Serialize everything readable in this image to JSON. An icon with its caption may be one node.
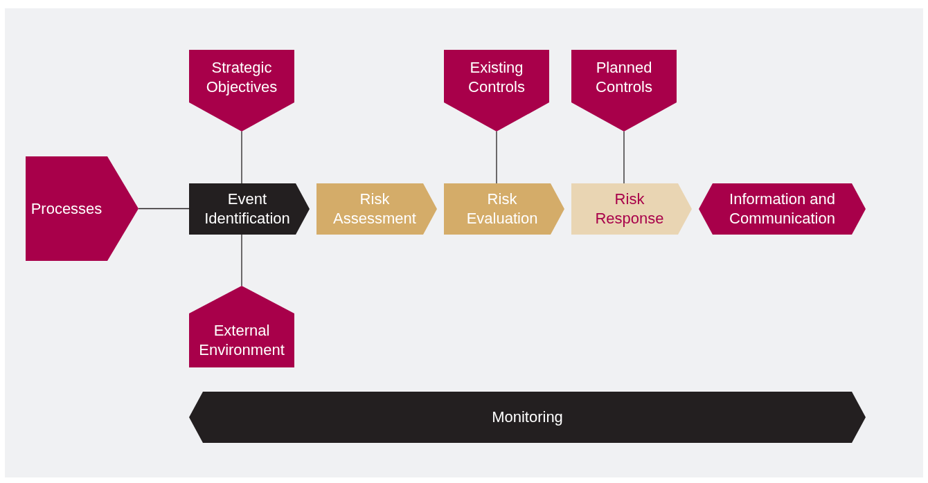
{
  "diagram": {
    "nodes": [
      {
        "text": [
          "Processes"
        ]
      },
      {
        "text": [
          "Strategic Objectives"
        ]
      },
      {
        "text": [
          "Existing Controls"
        ]
      },
      {
        "text": [
          "Planned Controls"
        ]
      },
      {
        "text": [
          "Event Identification"
        ]
      },
      {
        "text": [
          "Risk Assessment"
        ]
      },
      {
        "text": [
          "Risk Evaluation"
        ]
      },
      {
        "text": [
          "Risk Response"
        ]
      },
      {
        "text": [
          "Information and Communication"
        ]
      },
      {
        "text": [
          "External Environment"
        ]
      },
      {
        "text": [
          "Monitoring"
        ]
      }
    ],
    "edges": [
      {
        "from": 0,
        "to": 4,
        "arrow": "none"
      },
      {
        "from": 1,
        "to": 4,
        "arrow": "none"
      },
      {
        "from": 2,
        "to": 6,
        "arrow": "none"
      },
      {
        "from": 3,
        "to": 7,
        "arrow": "none"
      },
      {
        "from": 9,
        "to": 4,
        "arrow": "none"
      }
    ]
  }
}
